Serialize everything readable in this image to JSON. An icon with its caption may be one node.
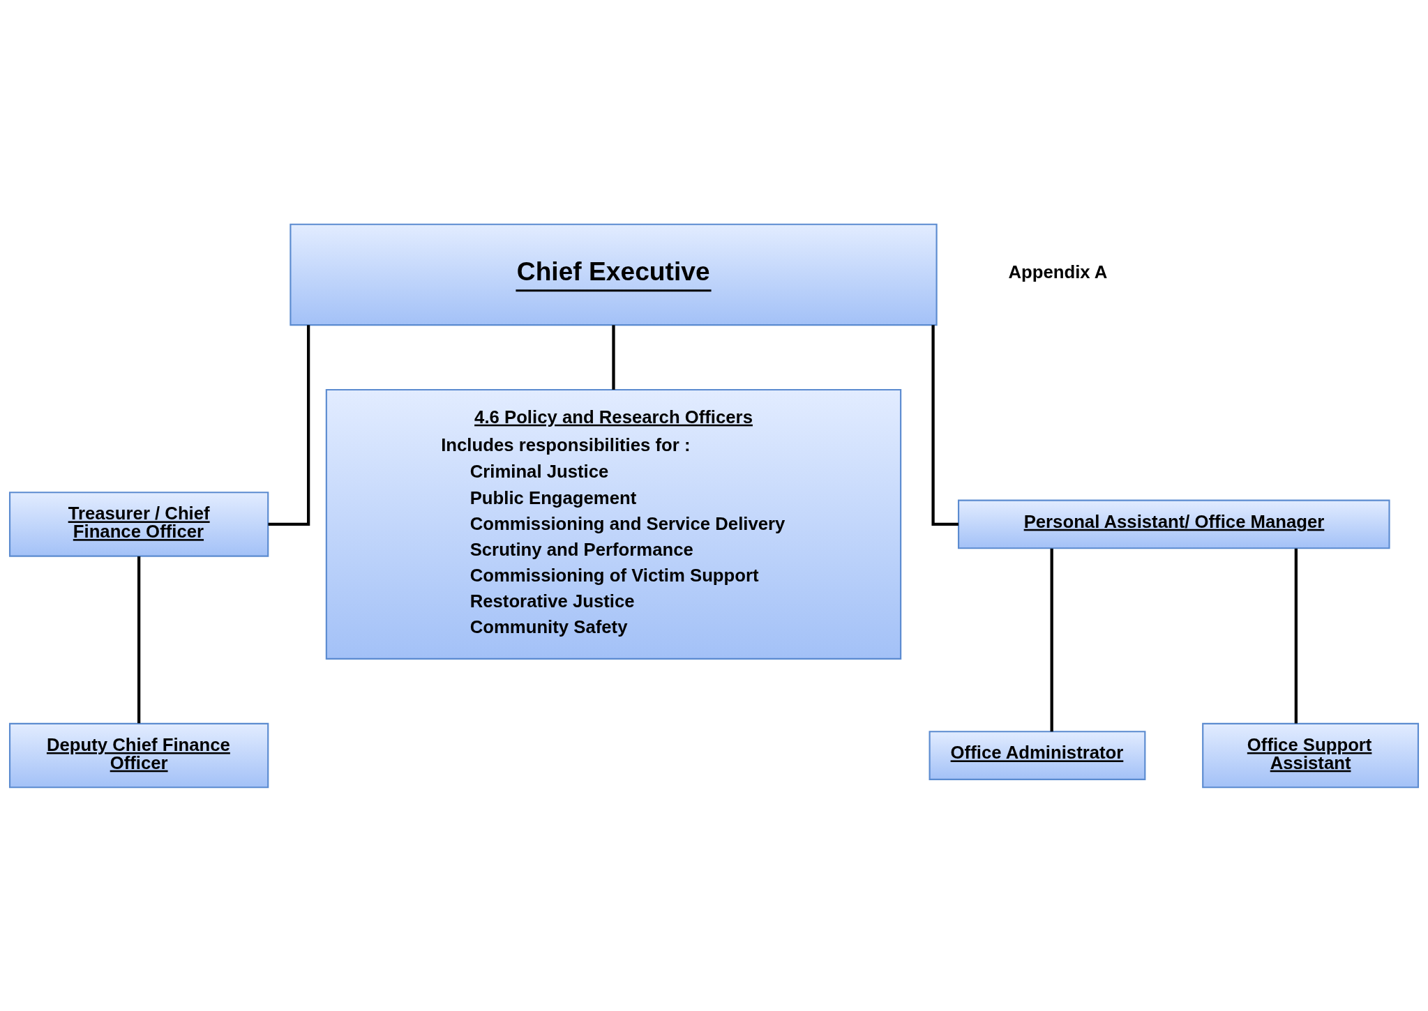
{
  "diagram": {
    "nodes": [
      {
        "text": [
          "Chief Executive"
        ]
      },
      {
        "text": [
          "Treasurer / Chief Finance Officer"
        ]
      },
      {
        "text": [
          "Deputy Chief Finance Officer"
        ]
      },
      {
        "text": [
          "4.6 Policy and Research Officers",
          "Includes responsibilities for :",
          "Criminal Justice",
          "Public Engagement",
          "Commissioning and Service Delivery",
          "Scrutiny and Performance",
          "Commissioning of Victim Support",
          "Restorative Justice",
          "Community Safety"
        ]
      },
      {
        "text": [
          "Personal Assistant/ Office Manager"
        ]
      },
      {
        "text": [
          "Office Administrator"
        ]
      },
      {
        "text": [
          "Office Support Assistant"
        ]
      }
    ],
    "edges": [
      {
        "from": 0,
        "to": 1,
        "arrow": "none"
      },
      {
        "from": 1,
        "to": 2,
        "arrow": "none"
      },
      {
        "from": 0,
        "to": 3,
        "arrow": "none"
      },
      {
        "from": 0,
        "to": 4,
        "arrow": "none"
      },
      {
        "from": 4,
        "to": 5,
        "arrow": "none"
      },
      {
        "from": 4,
        "to": 6,
        "arrow": "none"
      }
    ],
    "labels": [
      "Appendix A"
    ]
  }
}
